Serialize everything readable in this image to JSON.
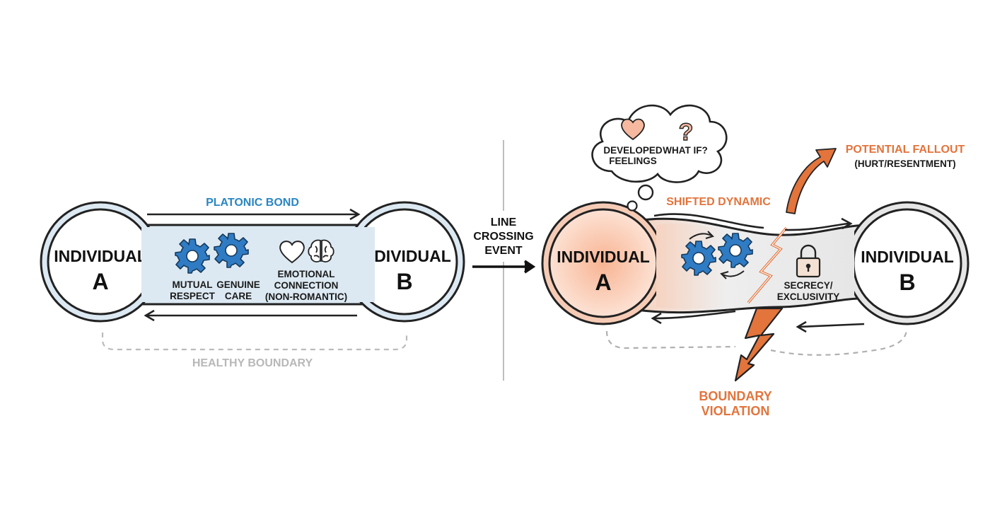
{
  "left": {
    "individual_a": {
      "line1": "INDIVIDUAL",
      "line2": "A"
    },
    "individual_b": {
      "line1": "INDIVIDUAL",
      "line2": "B"
    },
    "bond_label": "PLATONIC BOND",
    "mutual_respect": {
      "line1": "MUTUAL",
      "line2": "RESPECT"
    },
    "genuine_care": {
      "line1": "GENUINE",
      "line2": "CARE"
    },
    "emotional_connection": {
      "line1": "EMOTIONAL",
      "line2": "CONNECTION",
      "line3": "(NON-ROMANTIC)"
    },
    "boundary_label": "HEALTHY BOUNDARY"
  },
  "middle": {
    "event": {
      "line1": "LINE",
      "line2": "CROSSING",
      "line3": "EVENT"
    }
  },
  "right": {
    "individual_a": {
      "line1": "INDIVIDUAL",
      "line2": "A"
    },
    "individual_b": {
      "line1": "INDIVIDUAL",
      "line2": "B"
    },
    "thought": {
      "feelings_line1": "DEVELOPED",
      "feelings_line2": "FEELINGS",
      "what_if": "WHAT IF?"
    },
    "shifted_dynamic": "SHIFTED DYNAMIC",
    "secrecy": {
      "line1": "SECRECY/",
      "line2": "EXCLUSIVITY"
    },
    "fallout": {
      "line1": "POTENTIAL FALLOUT",
      "line2": "(HURT/RESENTMENT)"
    },
    "violation": {
      "line1": "BOUNDARY",
      "line2": "VIOLATION"
    }
  },
  "colors": {
    "blue_accent": "#2a86c2",
    "gear_blue": "#2f7cc4",
    "orange_accent": "#e2743c",
    "bond_fill": "#dce9f3",
    "boundary_gray": "#b8b8b8"
  },
  "icons": [
    "gear-icon",
    "heart-icon",
    "brain-icon",
    "question-icon",
    "lock-icon",
    "lightning-icon",
    "arrow-icon",
    "thought-cloud"
  ]
}
